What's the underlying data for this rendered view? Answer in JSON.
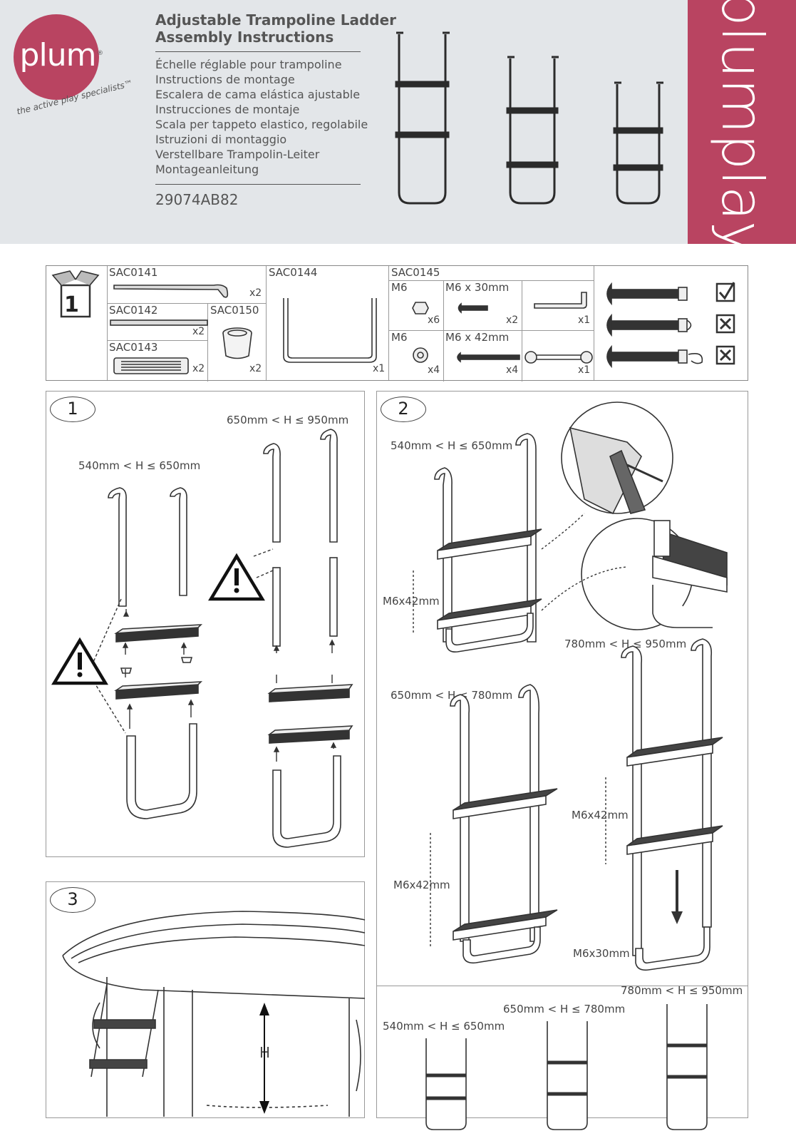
{
  "header": {
    "logo_word": "plum",
    "logo_reg": "®",
    "tagline": "the active play specialists™",
    "title_line1": "Adjustable Trampoline Ladder",
    "title_line2": "Assembly Instructions",
    "languages": [
      "Échelle réglable pour trampoline",
      "Instructions de montage",
      "Escalera de cama elástica ajustable",
      "Instrucciones de montaje",
      "Scala per tappeto elastico, regolabile",
      "Istruzioni di montaggio",
      "Verstellbare Trampolin-Leiter",
      "Montageanleitung"
    ],
    "product_code": "29074AB82",
    "brand_bar_text": "plumplay",
    "brand_color": "#b94461"
  },
  "parts": {
    "box_number": "1",
    "items": [
      {
        "code": "SAC0141",
        "qty": "x2"
      },
      {
        "code": "SAC0142",
        "qty": "x2"
      },
      {
        "code": "SAC0143",
        "qty": "x2"
      },
      {
        "code": "SAC0150",
        "qty": "x2"
      },
      {
        "code": "SAC0144",
        "qty": "x1"
      },
      {
        "code": "SAC0145",
        "qty": ""
      }
    ],
    "hardware": [
      {
        "label": "M6",
        "qty": "x6"
      },
      {
        "label": "M6 x 30mm",
        "qty": "x2"
      },
      {
        "label": "",
        "qty": "x1"
      },
      {
        "label": "M6",
        "qty": "x4"
      },
      {
        "label": "M6 x 42mm",
        "qty": "x4"
      },
      {
        "label": "",
        "qty": "x1"
      }
    ]
  },
  "step1": {
    "number": "1",
    "range_a": "540mm < H ≤ 650mm",
    "range_b": "650mm < H ≤ 950mm"
  },
  "step2": {
    "number": "2",
    "range_a": "540mm < H ≤ 650mm",
    "range_b": "650mm < H ≤ 780mm",
    "range_c": "780mm < H ≤ 950mm",
    "bolt_a": "M6x42mm",
    "bolt_b": "M6x42mm",
    "bolt_c": "M6x42mm",
    "bolt_d": "M6x30mm",
    "summary_a": "540mm < H ≤ 650mm",
    "summary_b": "650mm < H ≤ 780mm",
    "summary_c": "780mm < H ≤ 950mm"
  },
  "step3": {
    "number": "3",
    "height_label": "H"
  }
}
